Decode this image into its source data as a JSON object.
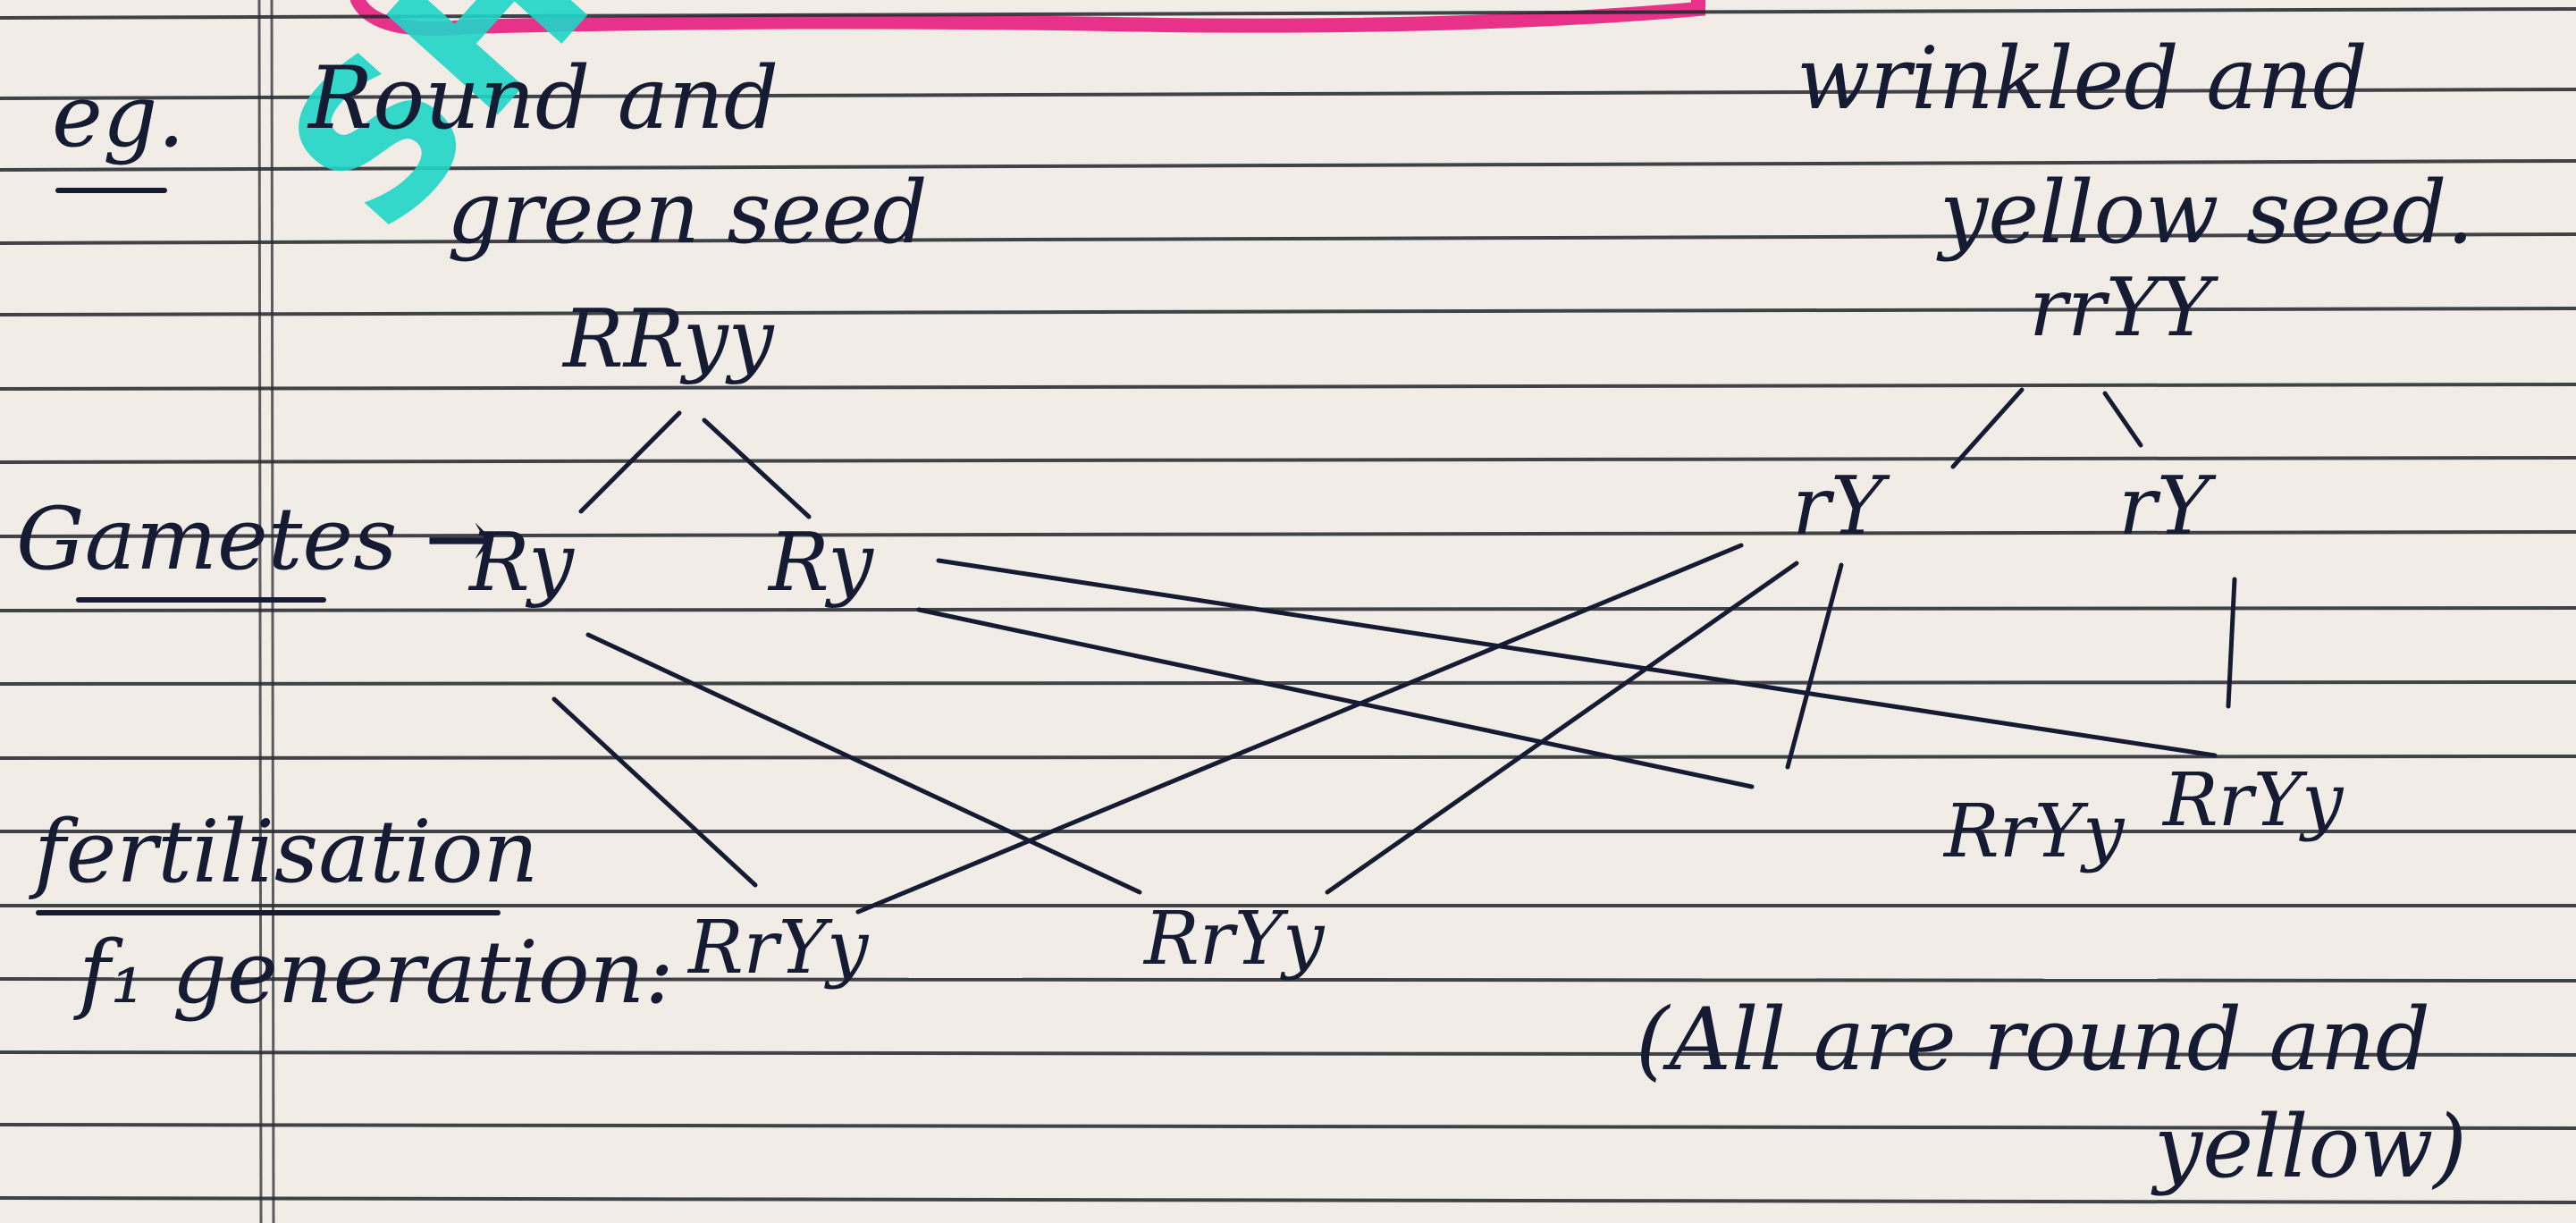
{
  "note": {
    "example_label": "eg.",
    "parent1": {
      "line1": "Round and",
      "line2": "green seed",
      "genotype": "RRyy"
    },
    "parent2": {
      "line1": "wrinkled and",
      "line2": "yellow seed.",
      "genotype": "rrYY"
    },
    "gametes_label": "Gametes →",
    "gametes_p1": [
      "Ry",
      "Ry"
    ],
    "gametes_p2": [
      "rY",
      "rY"
    ],
    "fertilisation_label": "fertilisation",
    "f1_label": "f₁ generation:",
    "offspring": [
      "RrYy",
      "RrYy",
      "RrYy",
      "RrYy"
    ],
    "conclusion_line1": "(All are round and",
    "conclusion_line2": "yellow)"
  },
  "watermark_text": "SHAR",
  "colors": {
    "paper": "#f1ece6",
    "ruling": "#23252c",
    "ink": "#151b33",
    "watermark": "#1fd6c8",
    "pink_highlight": "#e8328a"
  }
}
